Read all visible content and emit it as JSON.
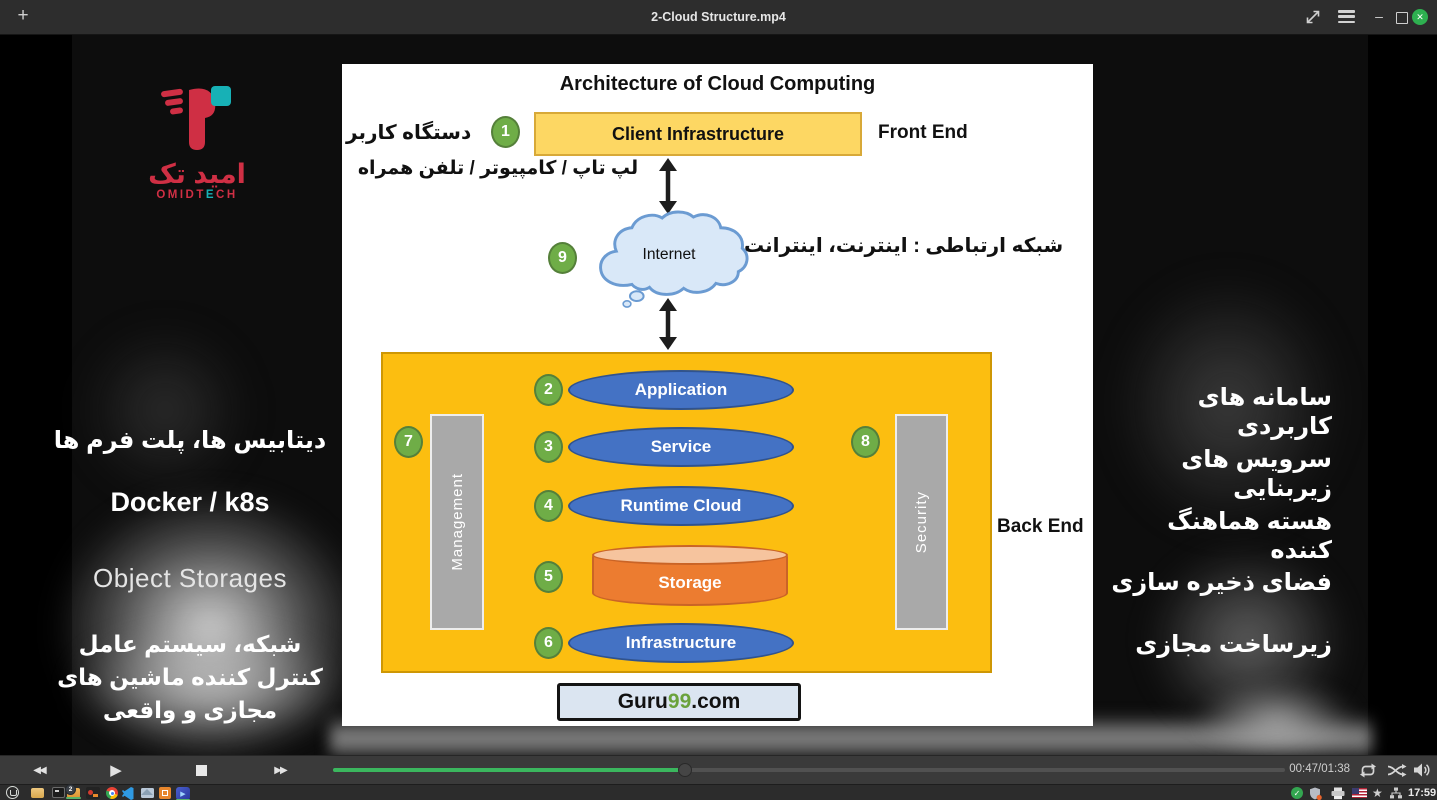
{
  "window": {
    "title": "2-Cloud Structure.mp4",
    "titlebar": {
      "add_glyph": "+",
      "minimize_glyph": "–",
      "close_glyph": "✕"
    }
  },
  "logo": {
    "fa": "امید تک",
    "en_part1": "OMIDT",
    "en_part2": "E",
    "en_part3": "CH"
  },
  "left_panel": {
    "lines": [
      "دیتابیس ها، پلت فرم ها",
      "Docker / k8s",
      "Object Storages",
      "شبکه، سیستم عامل",
      "کنترل کننده ماشین های",
      "مجازی و واقعی"
    ]
  },
  "right_panel": {
    "lines": [
      "سامانه های کاربردی",
      "سرویس های زیربنایی",
      "هسته هماهنگ کننده",
      "فضای ذخیره سازی",
      "زیرساخت مجازی"
    ]
  },
  "slide": {
    "title": "Architecture of Cloud Computing",
    "front_end_label": "Front End",
    "back_end_label": "Back End",
    "client": {
      "number": "1",
      "box_label": "Client Infrastructure",
      "fa_label": "دستگاه کاربر",
      "fa_sub": "لپ تاپ / کامپیوتر / تلفن همراه"
    },
    "network": {
      "number": "9",
      "cloud_label": "Internet",
      "fa_label": "شبکه ارتباطی : اینترنت، اینترانت"
    },
    "backend": {
      "management_number": "7",
      "management_label": "Management",
      "security_number": "8",
      "security_label": "Security",
      "layers": [
        {
          "number": "2",
          "label": "Application",
          "shape": "ellipse"
        },
        {
          "number": "3",
          "label": "Service",
          "shape": "ellipse"
        },
        {
          "number": "4",
          "label": "Runtime Cloud",
          "shape": "ellipse"
        },
        {
          "number": "5",
          "label": "Storage",
          "shape": "cylinder"
        },
        {
          "number": "6",
          "label": "Infrastructure",
          "shape": "ellipse"
        }
      ]
    },
    "footer": {
      "part1": "Guru",
      "part2": "99",
      "part3": ".com"
    }
  },
  "player": {
    "time": "00:47/01:38",
    "progress_percent": 37,
    "rewind_glyph": "◀◀",
    "play_glyph": "▶",
    "forward_glyph": "▶▶"
  },
  "taskbar": {
    "clock": "17:59",
    "window_badge": "2",
    "play_glyph": "▶",
    "check_glyph": "✓",
    "star_glyph": "★",
    "apps": [
      "mint-menu",
      "file-manager",
      "terminal",
      "file-manager-second",
      "image-editor",
      "chrome-browser",
      "vscode",
      "mail-client",
      "screenshot-tool",
      "media-player"
    ],
    "tray": [
      "updates-ok",
      "firewall-shield",
      "printer",
      "keyboard-layout-us",
      "favorites-star",
      "network-workgroup"
    ]
  },
  "colors": {
    "accent_green": "#3bb75e",
    "close_button_green": "#2eb050",
    "backend_yellow": "#fcbe10",
    "client_box_yellow": "#fdd763",
    "layer_blue": "#4472c4",
    "badge_green": "#6fad47",
    "storage_orange": "#ec7c30",
    "brand_red": "#cf2f44",
    "brand_teal": "#17b1b6",
    "guru99_green": "#6aa23c"
  }
}
